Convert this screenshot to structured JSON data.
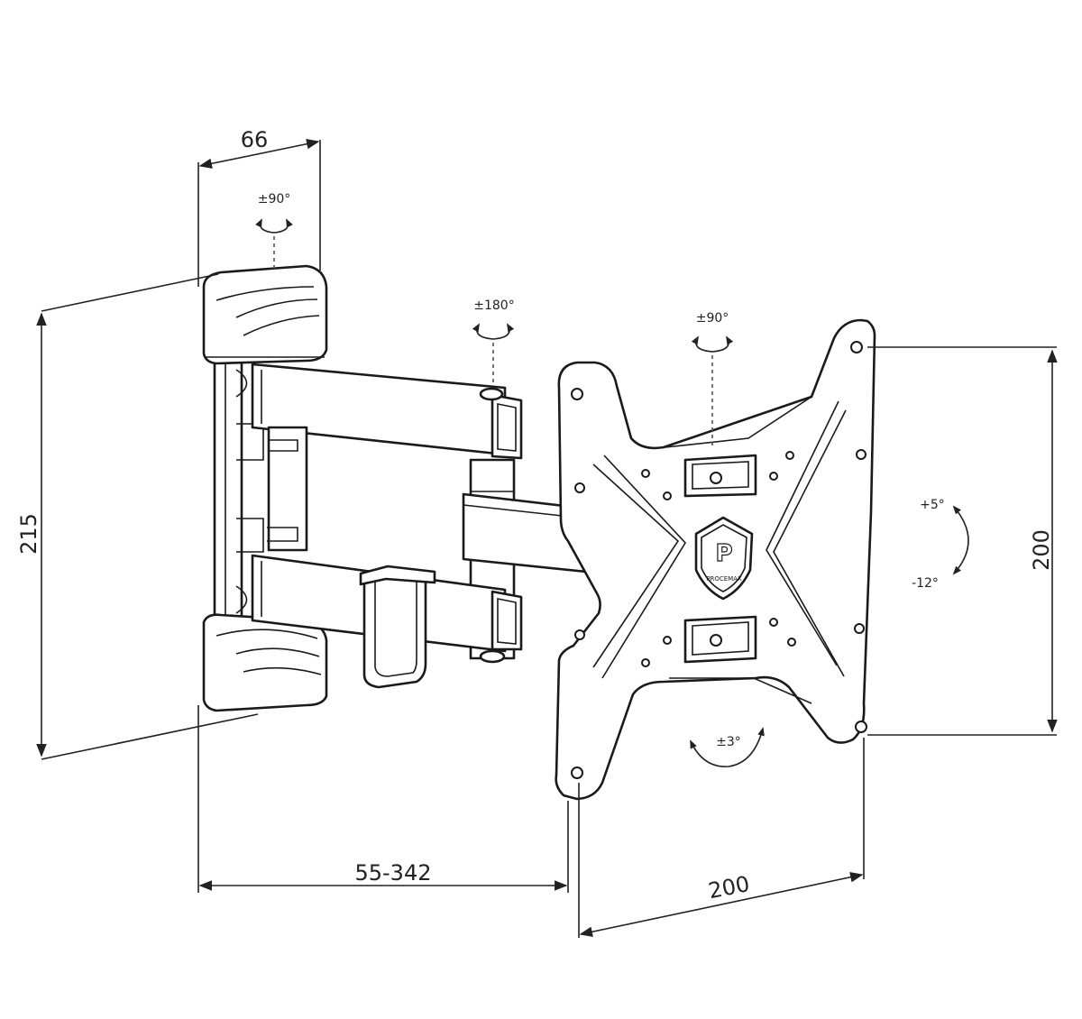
{
  "dimensions": {
    "depth_top": "66",
    "height_left": "215",
    "extension_bottom": "55-342",
    "vesa_width": "200",
    "vesa_height": "200"
  },
  "rotations": {
    "wall_swivel": "±90°",
    "arm_swivel": "±180°",
    "plate_swivel": "±90°",
    "tilt_up": "+5°",
    "tilt_down": "-12°",
    "level_adjust": "±3°"
  },
  "logo": {
    "brand_initial": "P",
    "brand_name": "PROCEMAX"
  },
  "colors": {
    "line": "#1a1a1a",
    "background": "#ffffff"
  }
}
